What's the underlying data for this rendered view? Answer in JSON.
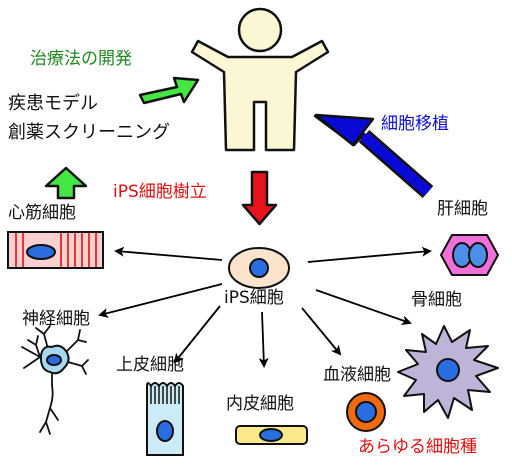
{
  "labels": {
    "therapy": "治療法の開発",
    "disease_model_1": "疾患モデル",
    "disease_model_2": "創薬スクリーニング",
    "transplant": "細胞移植",
    "establish": "iPS細胞樹立",
    "center": "iPS細胞",
    "cardiac": "心筋細胞",
    "liver": "肝細胞",
    "neuron": "神経細胞",
    "bone": "骨細胞",
    "epithelial": "上皮細胞",
    "endothelial": "内皮細胞",
    "blood": "血液細胞",
    "various": "あらゆる細胞種"
  },
  "colors": {
    "green_text": "#1e8a1e",
    "green_arrow": "#44e644",
    "red_text": "#e01010",
    "blue_text": "#1010d0",
    "blue_arrow": "#0a0ad8",
    "human": "#fbf6d4",
    "ips_cell": "#fbe3cc",
    "nucleus": "#2a6de0",
    "cardiac_fill": "#ffd0d0",
    "liver_fill": "#f06fd8",
    "liver_nucleus": "#4b8fe8",
    "bone_fill": "#bdb4d8",
    "neuron_fill": "#a7d8f2",
    "epithelial_fill": "#ccebf5",
    "endothelial_fill": "#f9e98a",
    "blood_fill": "#f26a10"
  }
}
